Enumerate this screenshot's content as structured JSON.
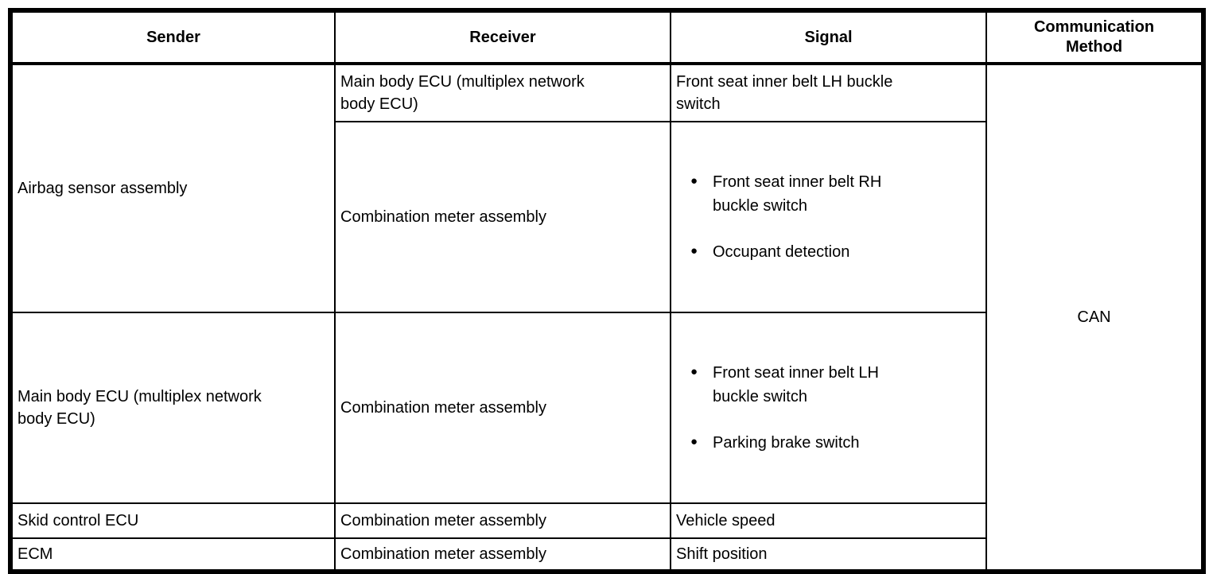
{
  "glyphs": {
    "bullet": "●"
  },
  "table": {
    "headers": {
      "sender": "Sender",
      "receiver": "Receiver",
      "signal": "Signal",
      "comm_method": "Communication\nMethod"
    },
    "comm_method_value": "CAN",
    "rows": [
      {
        "sender": "Airbag sensor assembly",
        "receiver": "Main body ECU (multiplex network\nbody ECU)",
        "signal": "Front seat inner belt LH buckle\nswitch"
      },
      {
        "receiver": "Combination meter assembly",
        "signal_items": [
          "Front seat inner belt RH\nbuckle switch",
          "Occupant detection"
        ]
      },
      {
        "sender": "Main body ECU (multiplex network\nbody ECU)",
        "receiver": "Combination meter assembly",
        "signal_items": [
          "Front seat inner belt LH\nbuckle switch",
          "Parking brake switch"
        ]
      },
      {
        "sender": "Skid control ECU",
        "receiver": "Combination meter assembly",
        "signal": "Vehicle speed"
      },
      {
        "sender": "ECM",
        "receiver": "Combination meter assembly",
        "signal": "Shift position"
      }
    ]
  }
}
